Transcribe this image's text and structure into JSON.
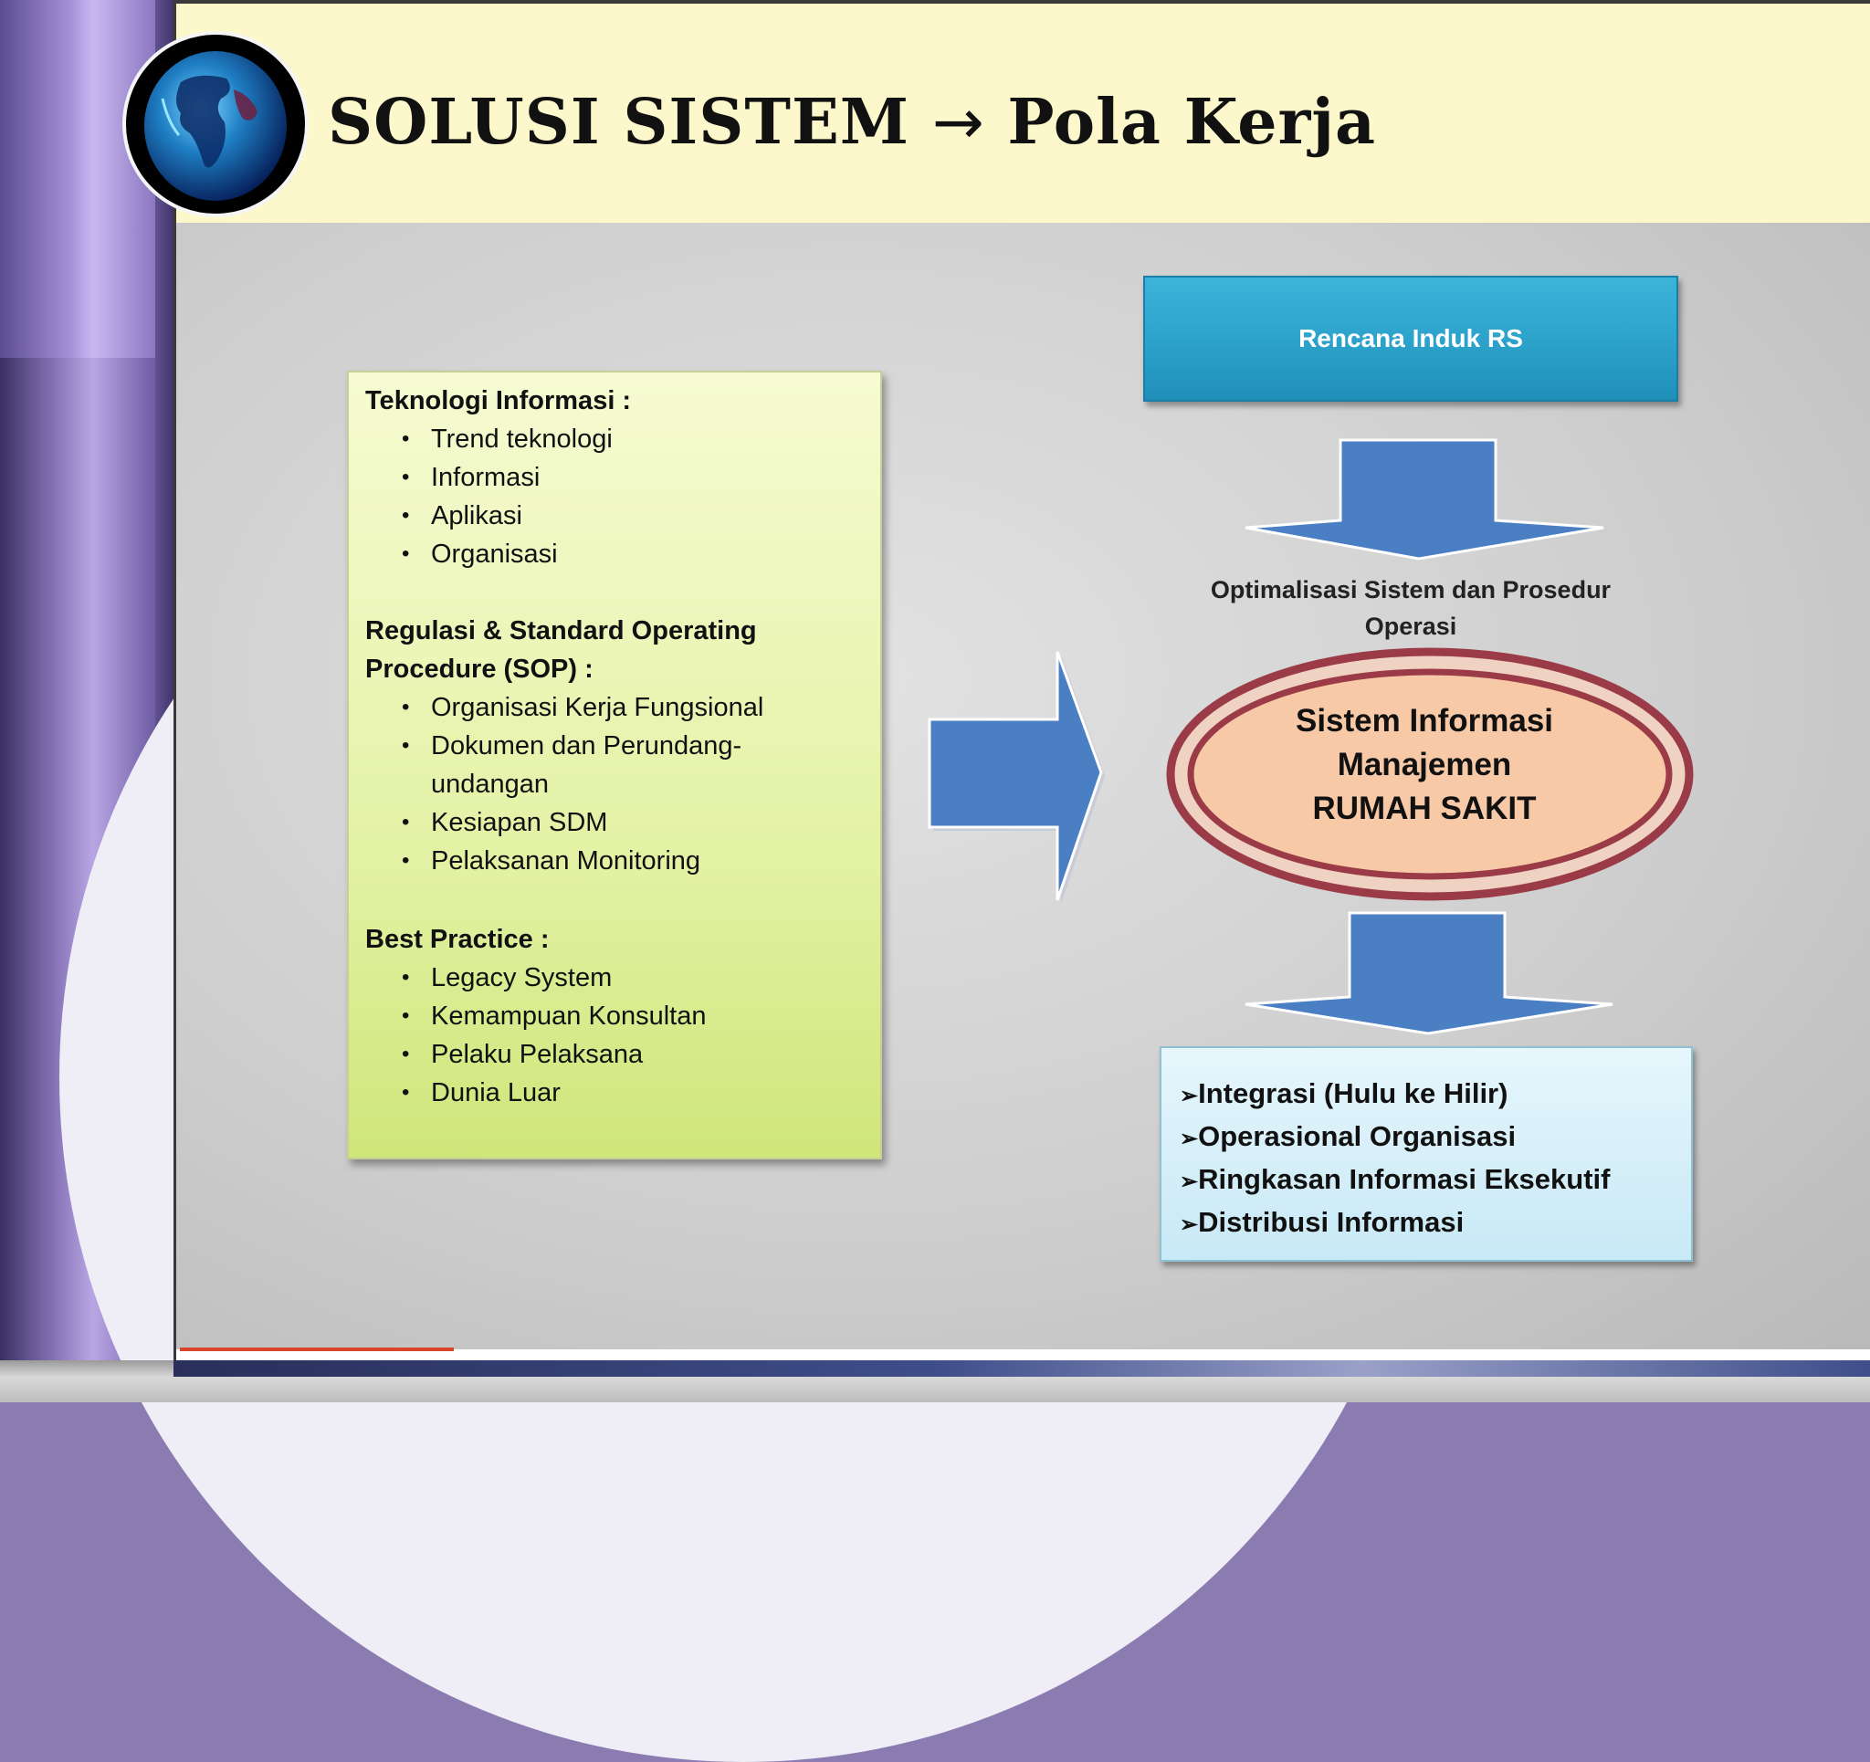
{
  "title": {
    "part1": "SOLUSI SISTEM",
    "arrow": "→",
    "part2": "Pola Kerja"
  },
  "left_box": {
    "sections": [
      {
        "heading": "Teknologi Informasi :",
        "items": [
          "Trend teknologi",
          "Informasi",
          "Aplikasi",
          "Organisasi"
        ]
      },
      {
        "heading": "Regulasi & Standard Operating Procedure (SOP) :",
        "items": [
          "Organisasi Kerja Fungsional",
          "Dokumen dan Perundang-undangan",
          "Kesiapan SDM",
          "Pelaksanan Monitoring"
        ]
      },
      {
        "heading": "Best Practice :",
        "items": [
          "Legacy System",
          "Kemampuan Konsultan",
          "Pelaku Pelaksana",
          "Dunia Luar"
        ]
      }
    ]
  },
  "right_flow": {
    "top_box": "Rencana Induk RS",
    "connector_text": "Optimalisasi  Sistem dan Prosedur Operasi",
    "center": {
      "line1": "Sistem Informasi",
      "line2": "Manajemen",
      "line3": "RUMAH SAKIT"
    },
    "outputs": [
      "Integrasi (Hulu ke Hilir)",
      "Operasional  Organisasi",
      "Ringkasan Informasi Eksekutif",
      "Distribusi Informasi"
    ],
    "output_marker": "➢"
  },
  "colors": {
    "title_bar": "#fdf8cc",
    "left_box": "#e4f2a6",
    "top_box": "#2aa0c9",
    "arrow": "#4a7fc4",
    "ellipse_fill": "#f7c9a6",
    "ellipse_ring": "#9b3b47",
    "bottom_box": "#c8e9f6"
  },
  "icons": {
    "logo": "globe-icon",
    "flow_right": "right-arrow-icon",
    "flow_down": "down-arrow-icon"
  }
}
